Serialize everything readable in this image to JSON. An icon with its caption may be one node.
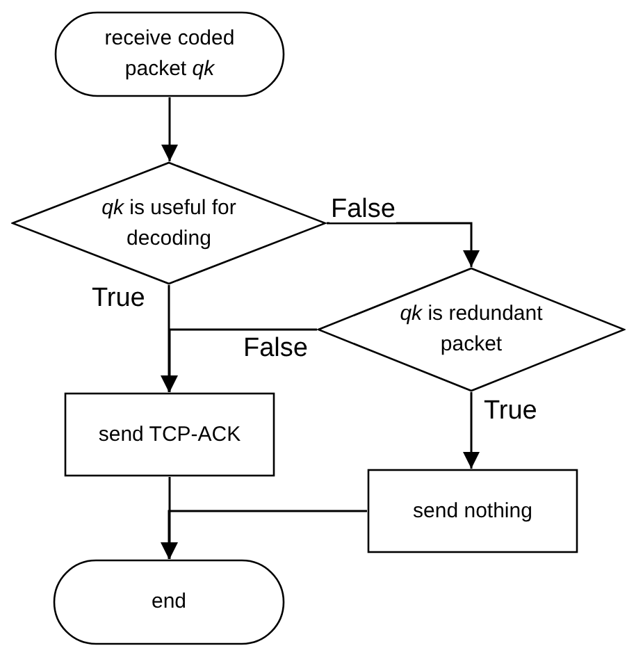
{
  "diagram": {
    "nodes": [
      {
        "text": [
          "receive coded packet *qk*"
        ]
      },
      {
        "text": [
          "*qk* is useful for decoding"
        ]
      },
      {
        "text": [
          "*qk* is redundant packet"
        ]
      },
      {
        "text": [
          "send TCP-ACK"
        ]
      },
      {
        "text": [
          "send nothing"
        ]
      },
      {
        "text": [
          "end"
        ]
      }
    ],
    "edges": [
      {
        "from": 0,
        "to": 1,
        "arrow": "to"
      },
      {
        "from": 1,
        "to": 2,
        "arrow": "to",
        "label": "False"
      },
      {
        "from": 1,
        "to": 3,
        "arrow": "to",
        "label": "True"
      },
      {
        "from": 2,
        "to": 3,
        "arrow": "to",
        "label": "False"
      },
      {
        "from": 2,
        "to": 4,
        "arrow": "to",
        "label": "True"
      },
      {
        "from": 3,
        "to": 5,
        "arrow": "to"
      },
      {
        "from": 4,
        "to": 5,
        "arrow": "to"
      }
    ]
  }
}
